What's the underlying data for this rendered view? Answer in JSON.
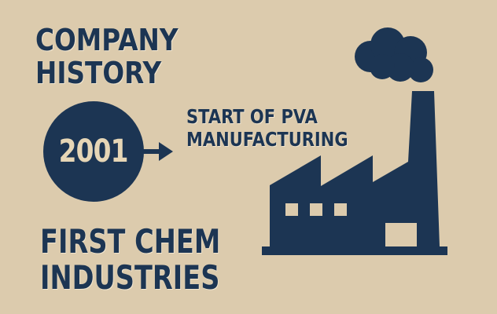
{
  "title": {
    "line1": "COMPANY",
    "line2": "HISTORY"
  },
  "milestone": {
    "year": "2001",
    "event_line1": "START OF PVA",
    "event_line2": "MANUFACTURING"
  },
  "company": {
    "line1": "FIRST CHEM",
    "line2": "INDUSTRIES"
  },
  "icons": {
    "arrow": "arrow-right-icon",
    "factory": "factory-icon",
    "smoke": "smoke-cloud-icon"
  },
  "colors": {
    "background": "#dccbad",
    "navy": "#1c3553",
    "year_text": "#e6d6b6"
  }
}
